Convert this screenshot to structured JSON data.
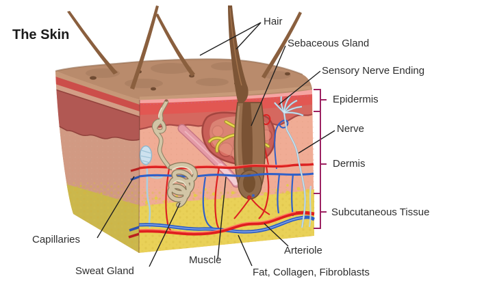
{
  "title": "The Skin",
  "labels": {
    "hair": "Hair",
    "sebaceous_gland": "Sebaceous Gland",
    "sensory_nerve_ending": "Sensory Nerve Ending",
    "epidermis": "Epidermis",
    "nerve": "Nerve",
    "dermis": "Dermis",
    "subcutaneous_tissue": "Subcutaneous Tissue",
    "arteriole": "Arteriole",
    "fat_collagen_fibroblasts": "Fat, Collagen, Fibroblasts",
    "capillaries": "Capillaries",
    "sweat_gland": "Sweat Gland",
    "muscle": "Muscle"
  },
  "colors": {
    "background": "#ffffff",
    "label_text": "#2e2e2e",
    "leader_line": "#1f1f1f",
    "bracket": "#9c2161",
    "skin_surface_tan": "#b98b6c",
    "epidermis_red": "#e25752",
    "dermis_salmon": "#f0ac95",
    "subcutaneous_fat_yellow": "#e9d158",
    "artery_red": "#dc2121",
    "vein_blue": "#3060c8",
    "nerve_light_blue": "#cfe4f0",
    "muscle_pink": "#e49aa6",
    "hair_brown": "#8a5f3e",
    "sweat_gland_beige": "#d2c5a6",
    "sebaceous_duct_yellow": "#e8d94f"
  }
}
